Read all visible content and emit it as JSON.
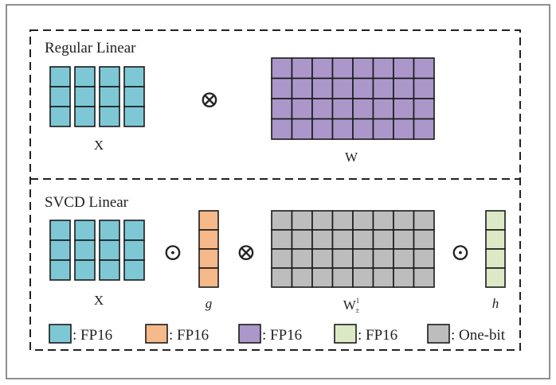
{
  "sections": {
    "regular": {
      "title": "Regular Linear",
      "x_label": "X",
      "w_label": "W",
      "operator": "⊗"
    },
    "svcd": {
      "title": "SVCD Linear",
      "x_label": "X",
      "g_label": "g",
      "w_label": "W",
      "w_sub": "±",
      "w_sup": "1",
      "h_label": "h",
      "op_dot_1": "⊙",
      "op_tensor": "⊗",
      "op_dot_2": "⊙"
    }
  },
  "legend": [
    {
      "label": ": FP16",
      "color": "#7ec8d6"
    },
    {
      "label": ": FP16",
      "color": "#f6b98a"
    },
    {
      "label": ": FP16",
      "color": "#ab97c9"
    },
    {
      "label": ": FP16",
      "color": "#dde8c6"
    },
    {
      "label": ": One-bit",
      "color": "#bdbdbd"
    }
  ],
  "colors": {
    "x_cell": "#7ec8d6",
    "w_cell": "#ab97c9",
    "g_cell": "#f6b98a",
    "wbin_cell": "#bdbdbd",
    "h_cell": "#dde8c6",
    "stroke": "#1a1a1a"
  }
}
